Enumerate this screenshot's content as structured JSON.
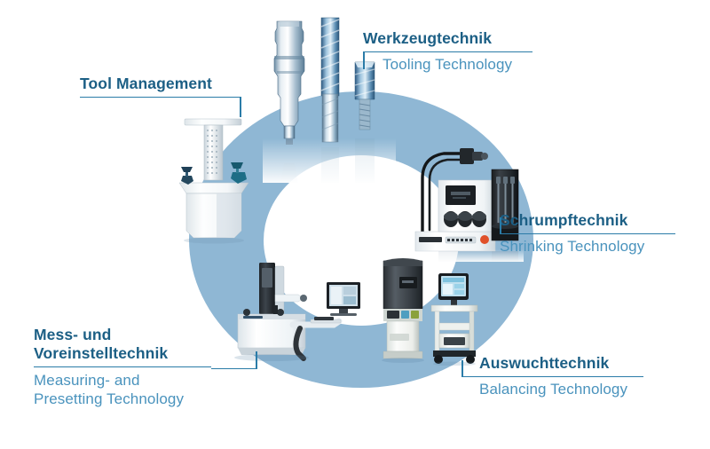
{
  "diagram": {
    "title_semantic": "tool-lifecycle-competence-circle",
    "ring_color": "#8fb7d4",
    "german_color": "#1c5f85",
    "english_color": "#4a93bd",
    "connector_color": "#2b7ca8",
    "background": "#ffffff"
  },
  "labels": [
    {
      "id": "tool-management",
      "de": "Tool Management",
      "en": "",
      "de_line2": "",
      "en_line2": ""
    },
    {
      "id": "tooling-technology",
      "de": "Werkzeugtechnik",
      "en": "Tooling Technology",
      "de_line2": "",
      "en_line2": ""
    },
    {
      "id": "shrinking-technology",
      "de": "Schrumpftechnik",
      "en": "Shrinking Technology",
      "de_line2": "",
      "en_line2": ""
    },
    {
      "id": "balancing-technology",
      "de": "Auswuchttechnik",
      "en": "Balancing Technology",
      "de_line2": "",
      "en_line2": ""
    },
    {
      "id": "measuring-presetting-technology",
      "de": "Mess- und",
      "de_line2": "Voreinstelltechnik",
      "en": "Measuring- and",
      "en_line2": "Presetting Technology"
    }
  ],
  "products": [
    {
      "id": "tool-storage-tower",
      "name": "tool-management-storage-tower"
    },
    {
      "id": "cutting-tools",
      "name": "tool-holder-and-milling-cutters"
    },
    {
      "id": "shrink-fit-machine",
      "name": "shrink-fit-machine-with-cooling-unit"
    },
    {
      "id": "balancing-machine",
      "name": "balancing-machine"
    },
    {
      "id": "mobile-terminal",
      "name": "mobile-touchscreen-terminal-cart"
    },
    {
      "id": "tool-presetter",
      "name": "tool-presetter-with-monitor"
    }
  ]
}
